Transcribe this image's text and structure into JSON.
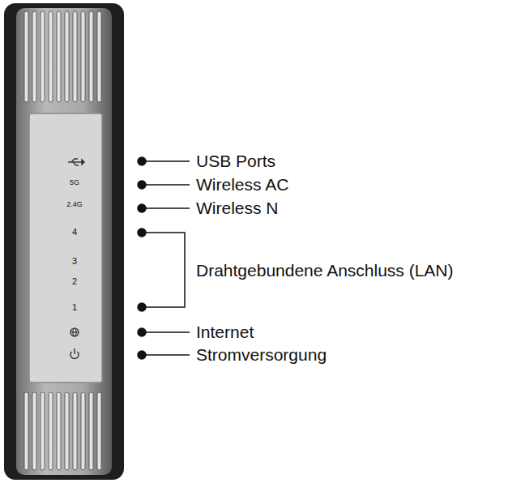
{
  "diagram": {
    "labels": [
      "USB Ports",
      "Wireless AC",
      "Wireless N",
      "Drahtgebundene Anschluss (LAN)",
      "Internet",
      "Stromversorgung",
      "5G",
      "2.4G",
      "4",
      "3",
      "2",
      "1"
    ]
  }
}
